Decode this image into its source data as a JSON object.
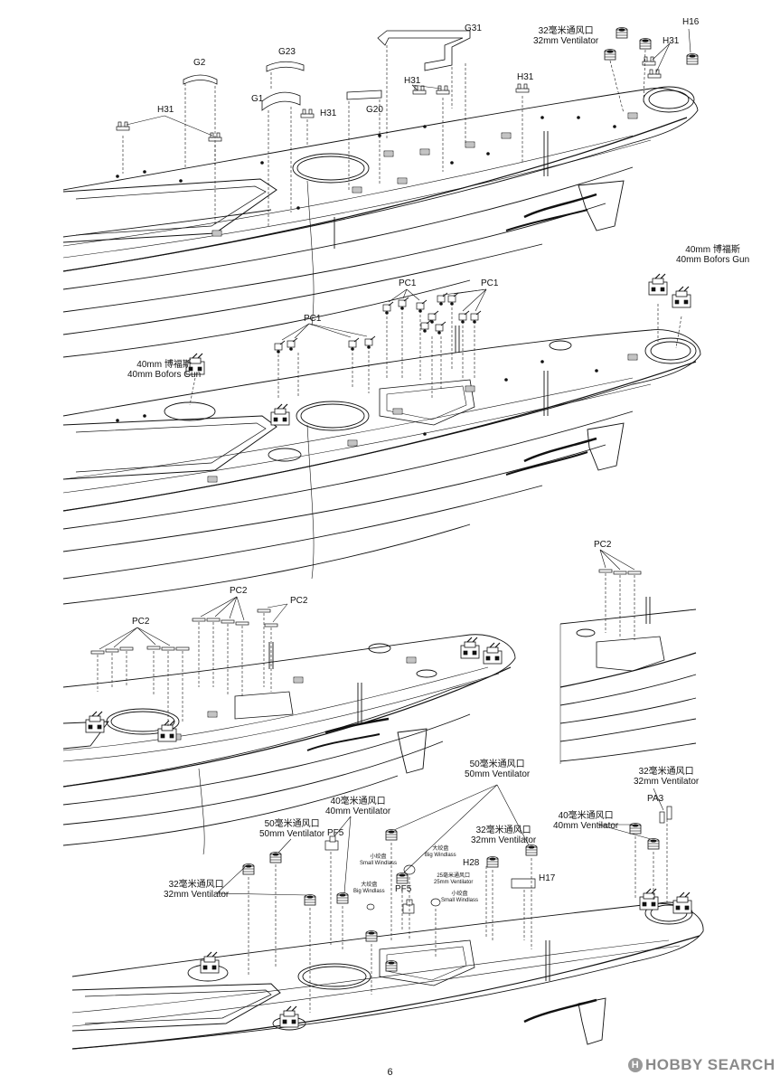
{
  "page": {
    "number": "6"
  },
  "watermark": {
    "icon_text": "H",
    "text": "HOBBY SEARCH"
  },
  "step1": {
    "g2": "G2",
    "g23": "G23",
    "g1": "G1",
    "g20": "G20",
    "g31": "G31",
    "h31": "H31",
    "h16": "H16",
    "vent32_cn": "32毫米通风口",
    "vent32_en": "32mm Ventilator"
  },
  "step2": {
    "pc1": "PC1",
    "bofors_cn": "40mm 博福斯",
    "bofors_en": "40mm Bofors Gun"
  },
  "step3": {
    "pc2": "PC2"
  },
  "step4": {
    "vent50_cn": "50毫米通风口",
    "vent50_en": "50mm Ventilator",
    "vent40_cn": "40毫米通风口",
    "vent40_en": "40mm Ventilator",
    "vent32_cn": "32毫米通风口",
    "vent32_en": "32mm Ventilator",
    "vent25_cn": "25毫米通风口",
    "vent25_en": "25mm Ventilator",
    "pf5": "PF5",
    "h28": "H28",
    "h17": "H17",
    "pa3": "PA3",
    "big_windlass_cn": "大绞盘",
    "big_windlass_en": "Big Windlass",
    "small_windlass_cn": "小绞盘",
    "small_windlass_en": "Small Windlass"
  }
}
